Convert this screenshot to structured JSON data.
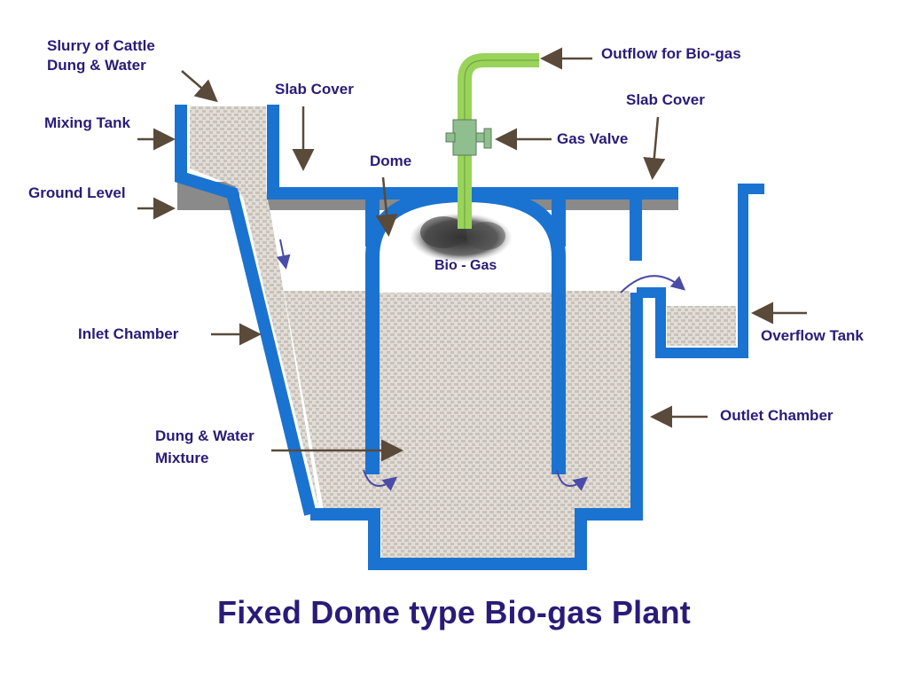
{
  "title": "Fixed Dome type Bio-gas Plant",
  "labels": {
    "slurry_line1": "Slurry of Cattle",
    "slurry_line2": "Dung & Water",
    "mixing_tank": "Mixing Tank",
    "ground_level": "Ground Level",
    "slab_cover_left": "Slab Cover",
    "dome": "Dome",
    "outflow": "Outflow for Bio-gas",
    "gas_valve": "Gas Valve",
    "slab_cover_right": "Slab Cover",
    "bio_gas": "Bio - Gas",
    "inlet_chamber": "Inlet Chamber",
    "overflow_tank": "Overflow Tank",
    "outlet_chamber": "Outlet Chamber",
    "dung_water_line1": "Dung & Water",
    "dung_water_line2": "Mixture"
  },
  "colors": {
    "wall_blue": "#1a73d1",
    "pipe_green": "#9ad35a",
    "valve_green": "#8fbf8f",
    "ground_gray": "#8a8a8a",
    "slurry_fill": "#d9d3cc",
    "label_text": "#2b1b78",
    "arrow_brown": "#5a4a3a"
  }
}
